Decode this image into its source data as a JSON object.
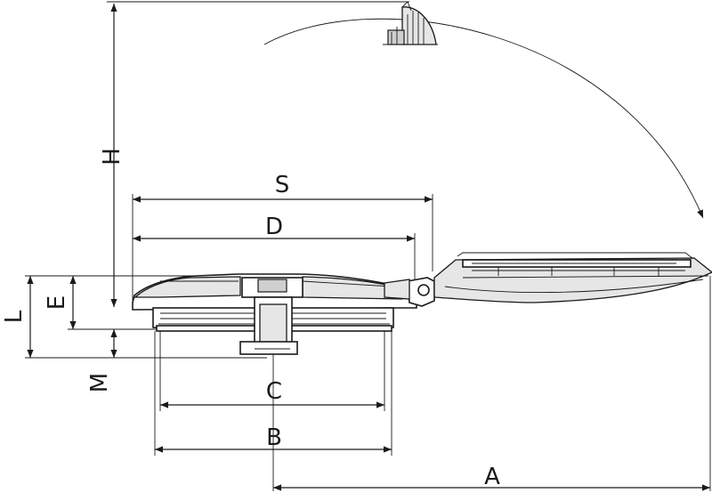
{
  "dimensions": {
    "A": "A",
    "B": "B",
    "C": "C",
    "D": "D",
    "E": "E",
    "H": "H",
    "L": "L",
    "M": "M",
    "S": "S"
  }
}
